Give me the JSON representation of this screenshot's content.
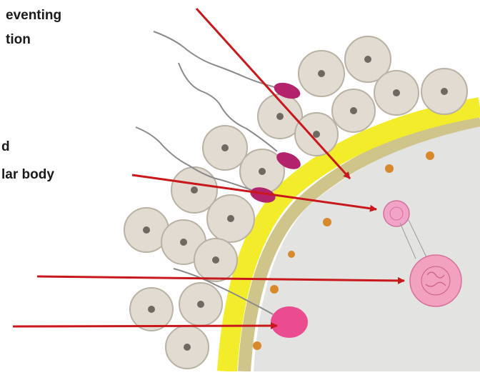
{
  "labels": {
    "line1": "eventing",
    "line2": "tion",
    "line3": "d",
    "line4": "lar body"
  },
  "colors": {
    "background": "#ffffff",
    "zona_pellucida": "#f2ec2a",
    "zona_inner": "#cfc58a",
    "oocyte": "#e3e3e1",
    "follicle_cell": "#e1dbd2",
    "follicle_cell_border": "#b9b1a4",
    "nucleus": "#6e6a62",
    "sperm_head": "#b2236b",
    "polar_body": "#f1a4c8",
    "pronucleus": "#f2a2bf",
    "granule": "#d8892c",
    "arrow": "#c8181b"
  },
  "icons": {
    "arrow_head": "red-arrow-head"
  }
}
